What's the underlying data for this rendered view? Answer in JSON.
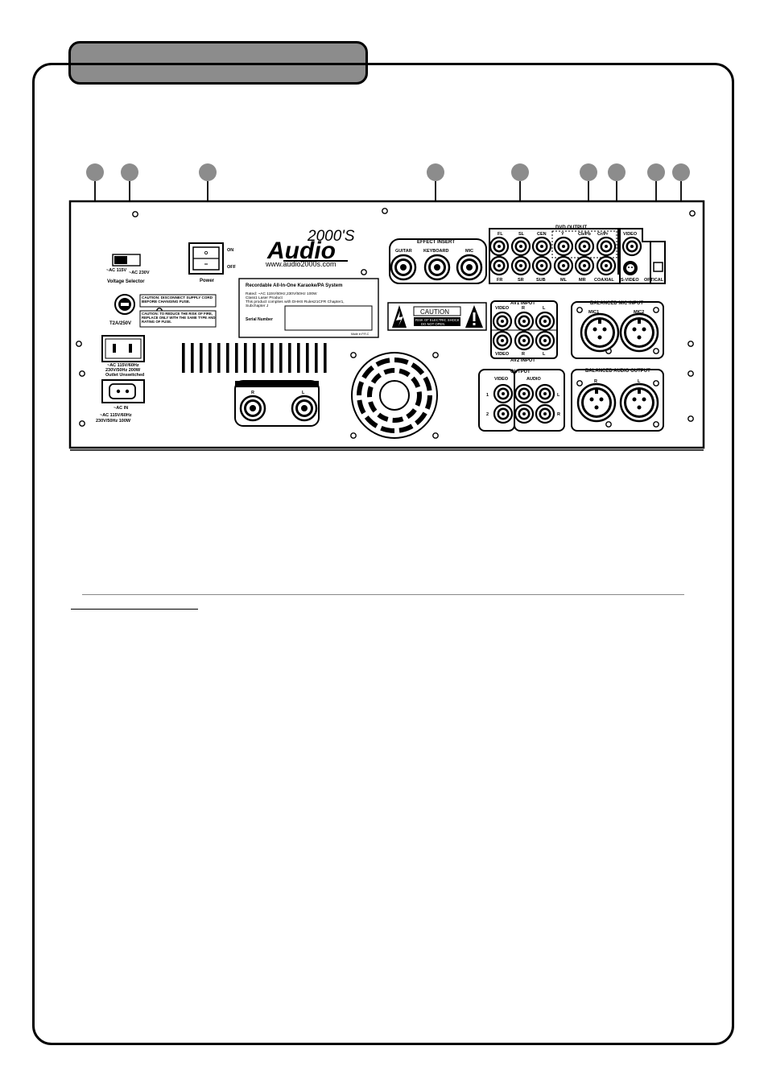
{
  "brand": {
    "logo_top": "2000'S",
    "logo_main": "Audio",
    "url": "www.audio2000s.com"
  },
  "left_panel": {
    "voltage_left": "~AC 115V",
    "voltage_right": "~AC 230V",
    "voltage_title": "Voltage Selector",
    "fuse_rating": "T2A/250V",
    "caution_fuse": "CAUTION: DISCONNECT SUPPLY CORD BEFORE CHANGING FUSE.",
    "caution_fire": "CAUTION: TO REDUCE THE RISK OF FIRE, REPLACE ONLY WITH THE SAME TYPE AND RATING OF FUSE.",
    "outlet_line1": "~AC 115V/60Hz",
    "outlet_line2": "230V/50Hz 200W",
    "outlet_line3": "Outlet Unswitched",
    "ac_in_title": "~AC IN",
    "ac_in_line1": "~AC 115V/60Hz",
    "ac_in_line2": "230V/50Hz  100W"
  },
  "power": {
    "title": "Power",
    "on": "ON",
    "off": "OFF"
  },
  "label_plate": {
    "title": "Recordable All-In-One Karaoke/PA System",
    "line1": "Rated: ~AC 115V/60Hz,230V/50Hz 100W",
    "line2": "Class1 Laser Product",
    "line3": "This product complies with DHHS Rules21CFR Chapter1,",
    "line4": "Subchapter J",
    "serial": "Serial Number",
    "made_in": "Made in P.R.C"
  },
  "speaker_out": {
    "r": "R",
    "l": "L"
  },
  "effect_insert": {
    "title": "EFFECT INSERT",
    "guitar": "GUITAR",
    "keyboard": "KEYBOARD",
    "mic": "MIC"
  },
  "dvd_output": {
    "title": "DVD OUTPUT",
    "top": [
      "FL",
      "SL",
      "CEN",
      "Y",
      "Cb/Pb",
      "Cr/Pr"
    ],
    "bottom": [
      "FR",
      "SR",
      "SUB",
      "ML",
      "MR",
      "COAXIAL"
    ],
    "video": "VIDEO",
    "svideo": "S-VIDEO",
    "optical": "OPTICAL"
  },
  "warning": {
    "caution": "CAUTION",
    "sub1": "RISK OF ELECTRIC SHOCK",
    "sub2": "DO NOT OPEN"
  },
  "av_input": {
    "av1": "AV1 INPUT",
    "av2": "AV2 INPUT",
    "video": "VIDEO",
    "r": "R",
    "l": "L"
  },
  "output": {
    "title": "OUTPUT",
    "video": "VIDEO",
    "audio": "AUDIO",
    "ch1": "1",
    "ch2": "2",
    "l": "L",
    "r": "R"
  },
  "balanced_mic": {
    "title": "BALANCED MIC INPUT",
    "mic1": "MIC1",
    "mic2": "MIC2"
  },
  "balanced_audio": {
    "title": "BALANCED AUDIO OUTPUT",
    "r": "R",
    "l": "L"
  }
}
